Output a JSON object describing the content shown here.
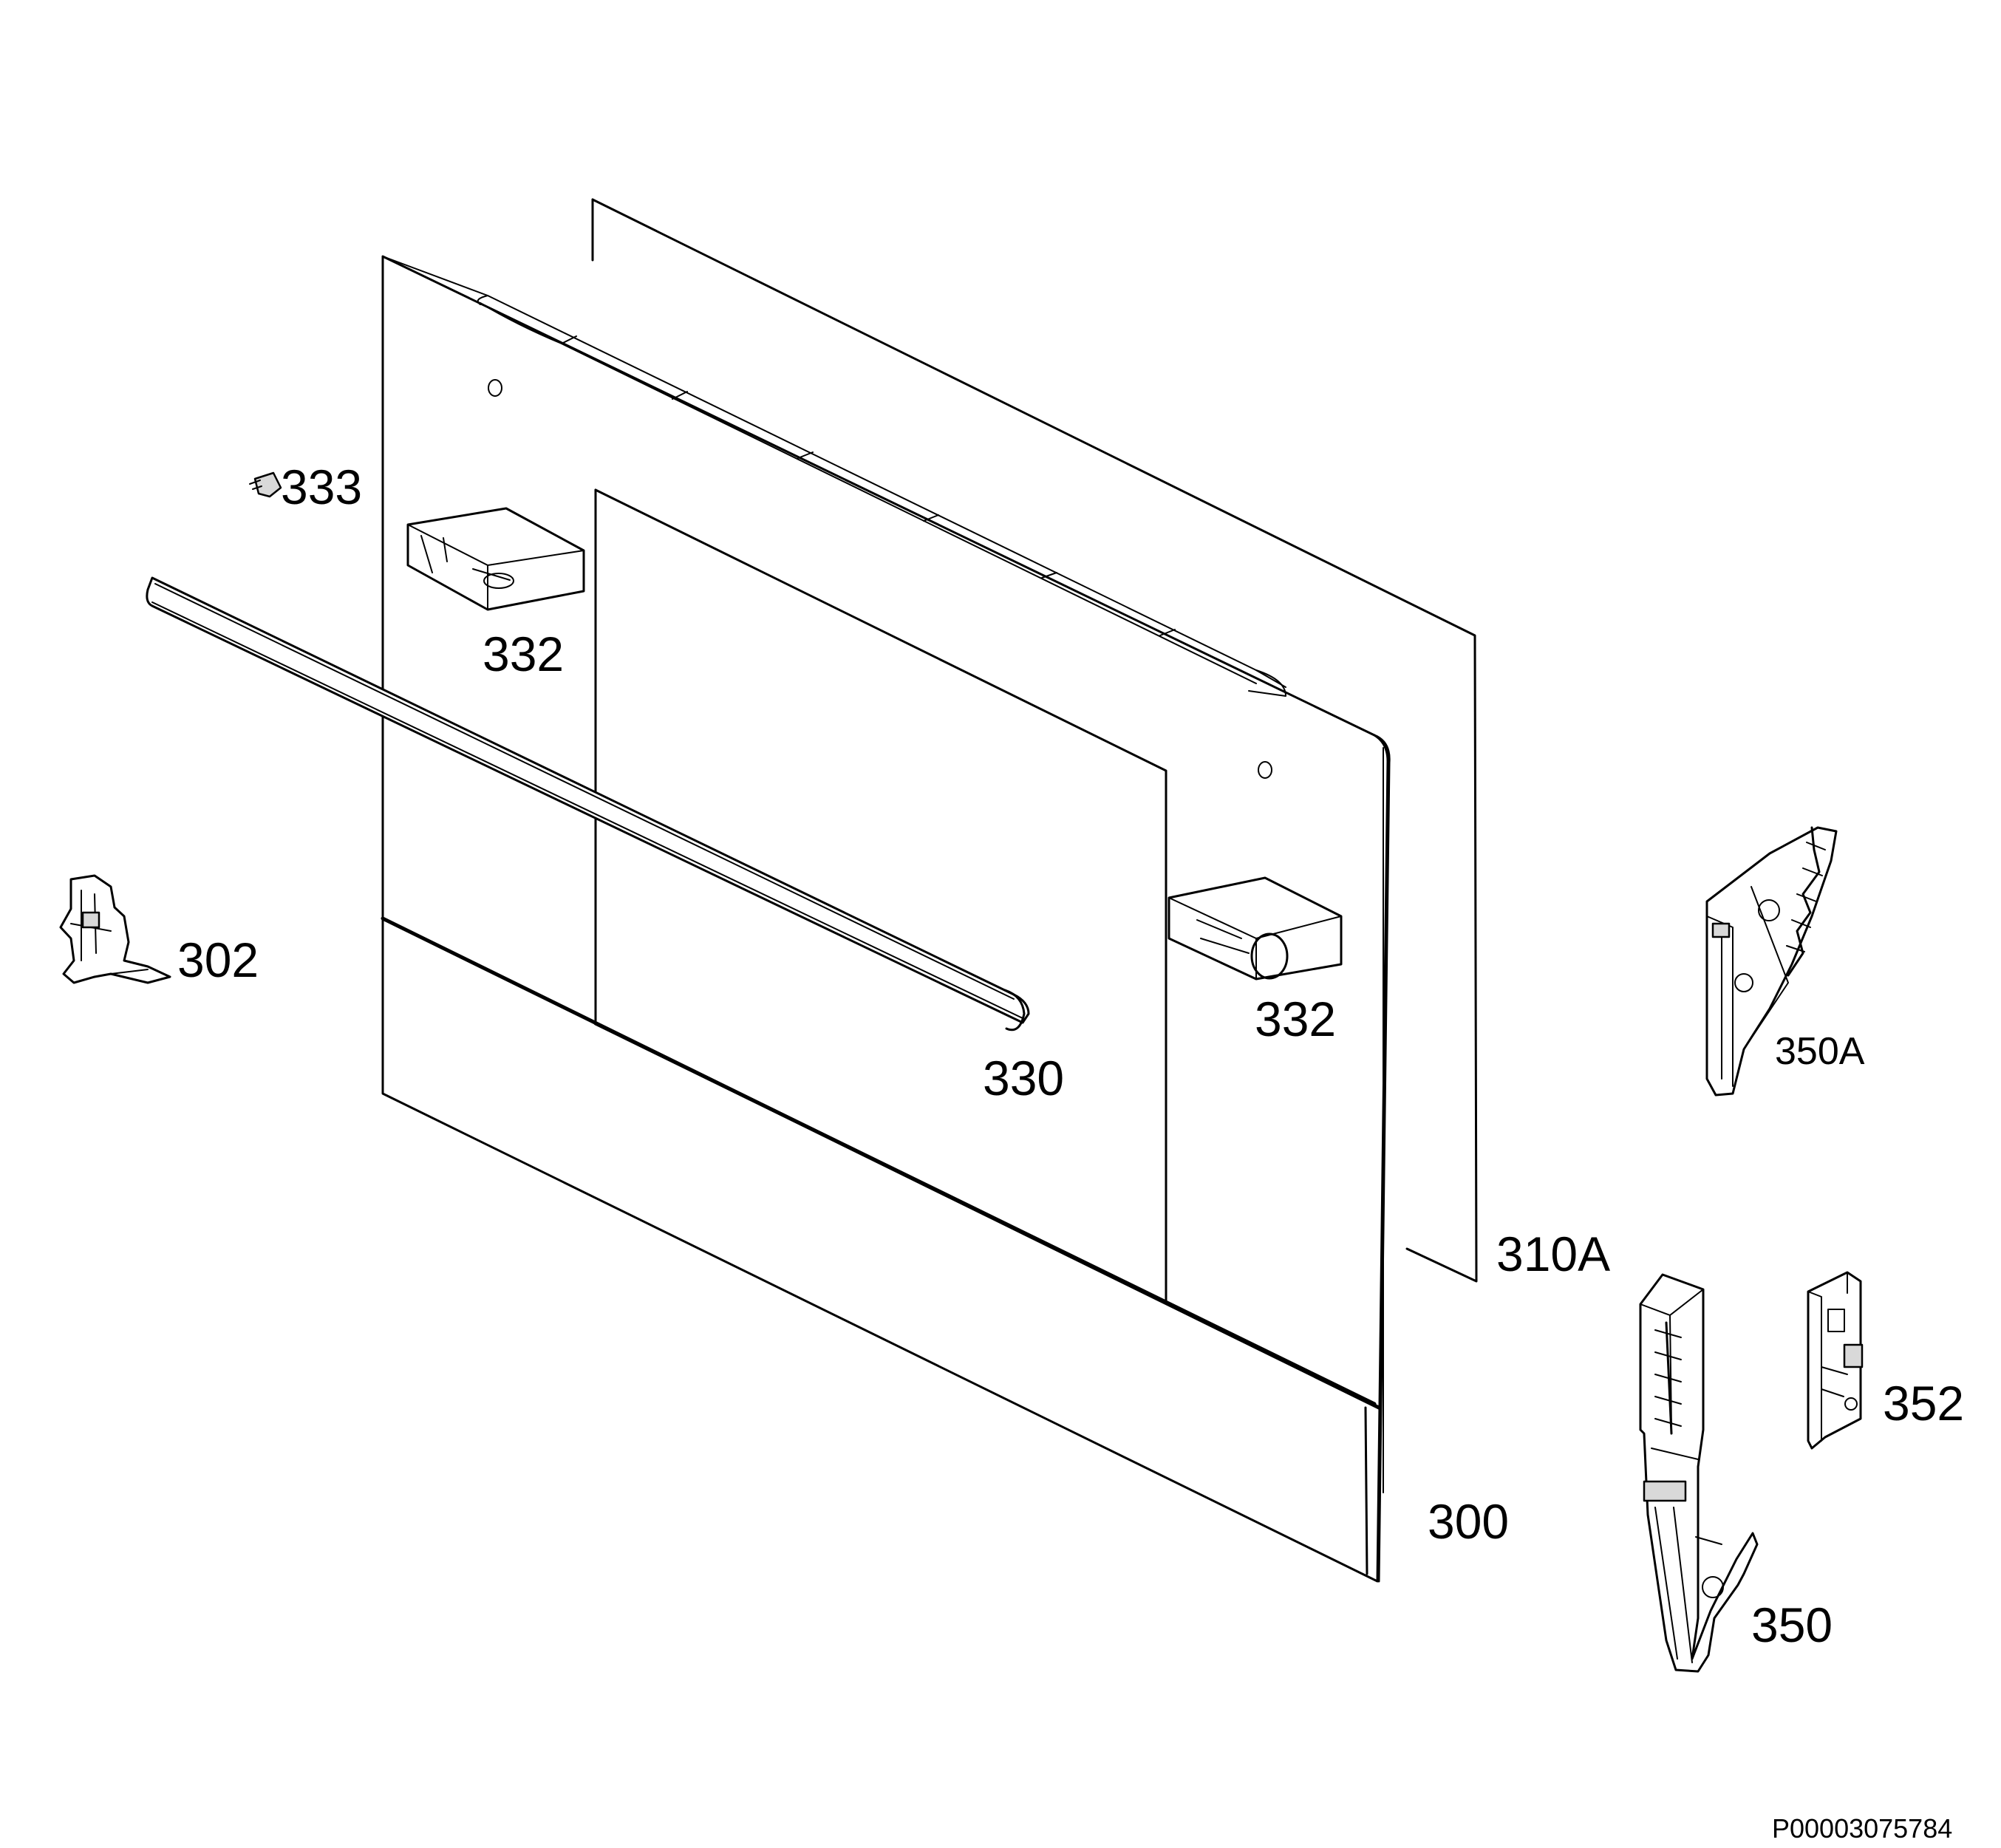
{
  "labels": {
    "l333": "333",
    "l332a": "332",
    "l332b": "332",
    "l302": "302",
    "l330": "330",
    "l310A": "310A",
    "l300": "300",
    "l350A": "350A",
    "l352": "352",
    "l350": "350"
  },
  "document_id": "P00003075784"
}
